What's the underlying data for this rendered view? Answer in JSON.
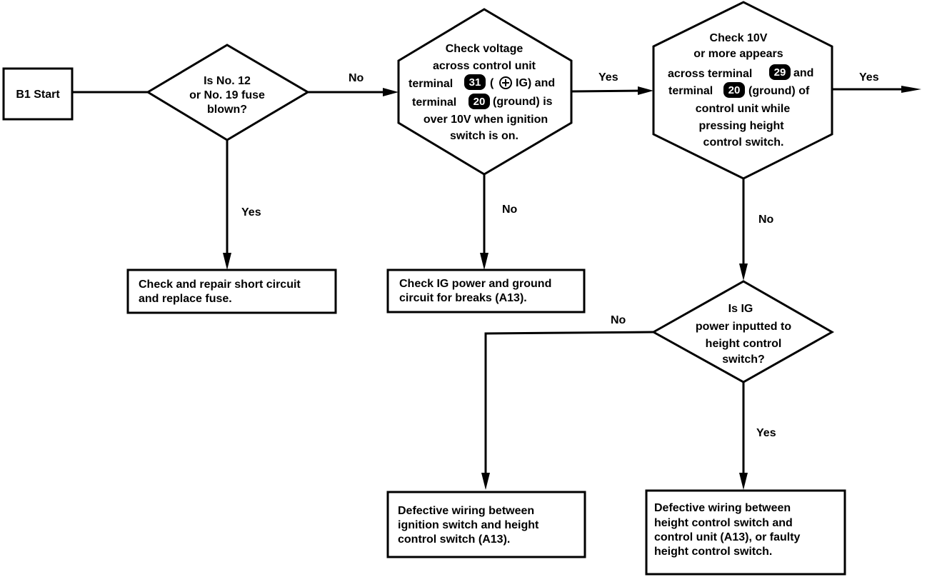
{
  "start": {
    "label": "B1 Start"
  },
  "nodes": {
    "fuse_question": [
      "Is No. 12",
      "or No. 19 fuse",
      "blown?"
    ],
    "voltage_check": {
      "line1": "Check voltage",
      "line2": "across control unit",
      "line3_prefix": "terminal",
      "terminal_a": "31",
      "line3_suffix": "IG) and",
      "line4_prefix": "terminal",
      "terminal_b": "20",
      "line4_suffix": "(ground) is",
      "line5": "over 10V when ignition",
      "line6": "switch is on."
    },
    "switch_voltage_check": {
      "line1": "Check 10V",
      "line2": "or more appears",
      "line3_prefix": "across terminal",
      "terminal_a": "29",
      "line3_suffix": "and",
      "line4_prefix": "terminal",
      "terminal_b": "20",
      "line4_suffix": "(ground) of",
      "line5": "control unit while",
      "line6": "pressing height",
      "line7": "control switch."
    },
    "ig_power_question": [
      "Is IG",
      "power inputted to",
      "height control",
      "switch?"
    ],
    "repair_fuse": [
      "Check and repair short circuit",
      "and replace fuse."
    ],
    "check_ig_power": [
      "Check IG power and ground",
      "circuit for breaks (A13)."
    ],
    "defective_wiring_ignition": [
      "Defective wiring between",
      "ignition switch and height",
      "control switch (A13)."
    ],
    "defective_wiring_unit": [
      "Defective wiring between",
      "height control switch and",
      "control unit (A13), or faulty",
      "height control switch."
    ]
  },
  "edge_labels": {
    "fuse_no": "No",
    "fuse_yes": "Yes",
    "voltage_yes": "Yes",
    "voltage_no": "No",
    "switch_yes": "Yes",
    "switch_no": "No",
    "ig_no": "No",
    "ig_yes": "Yes"
  }
}
